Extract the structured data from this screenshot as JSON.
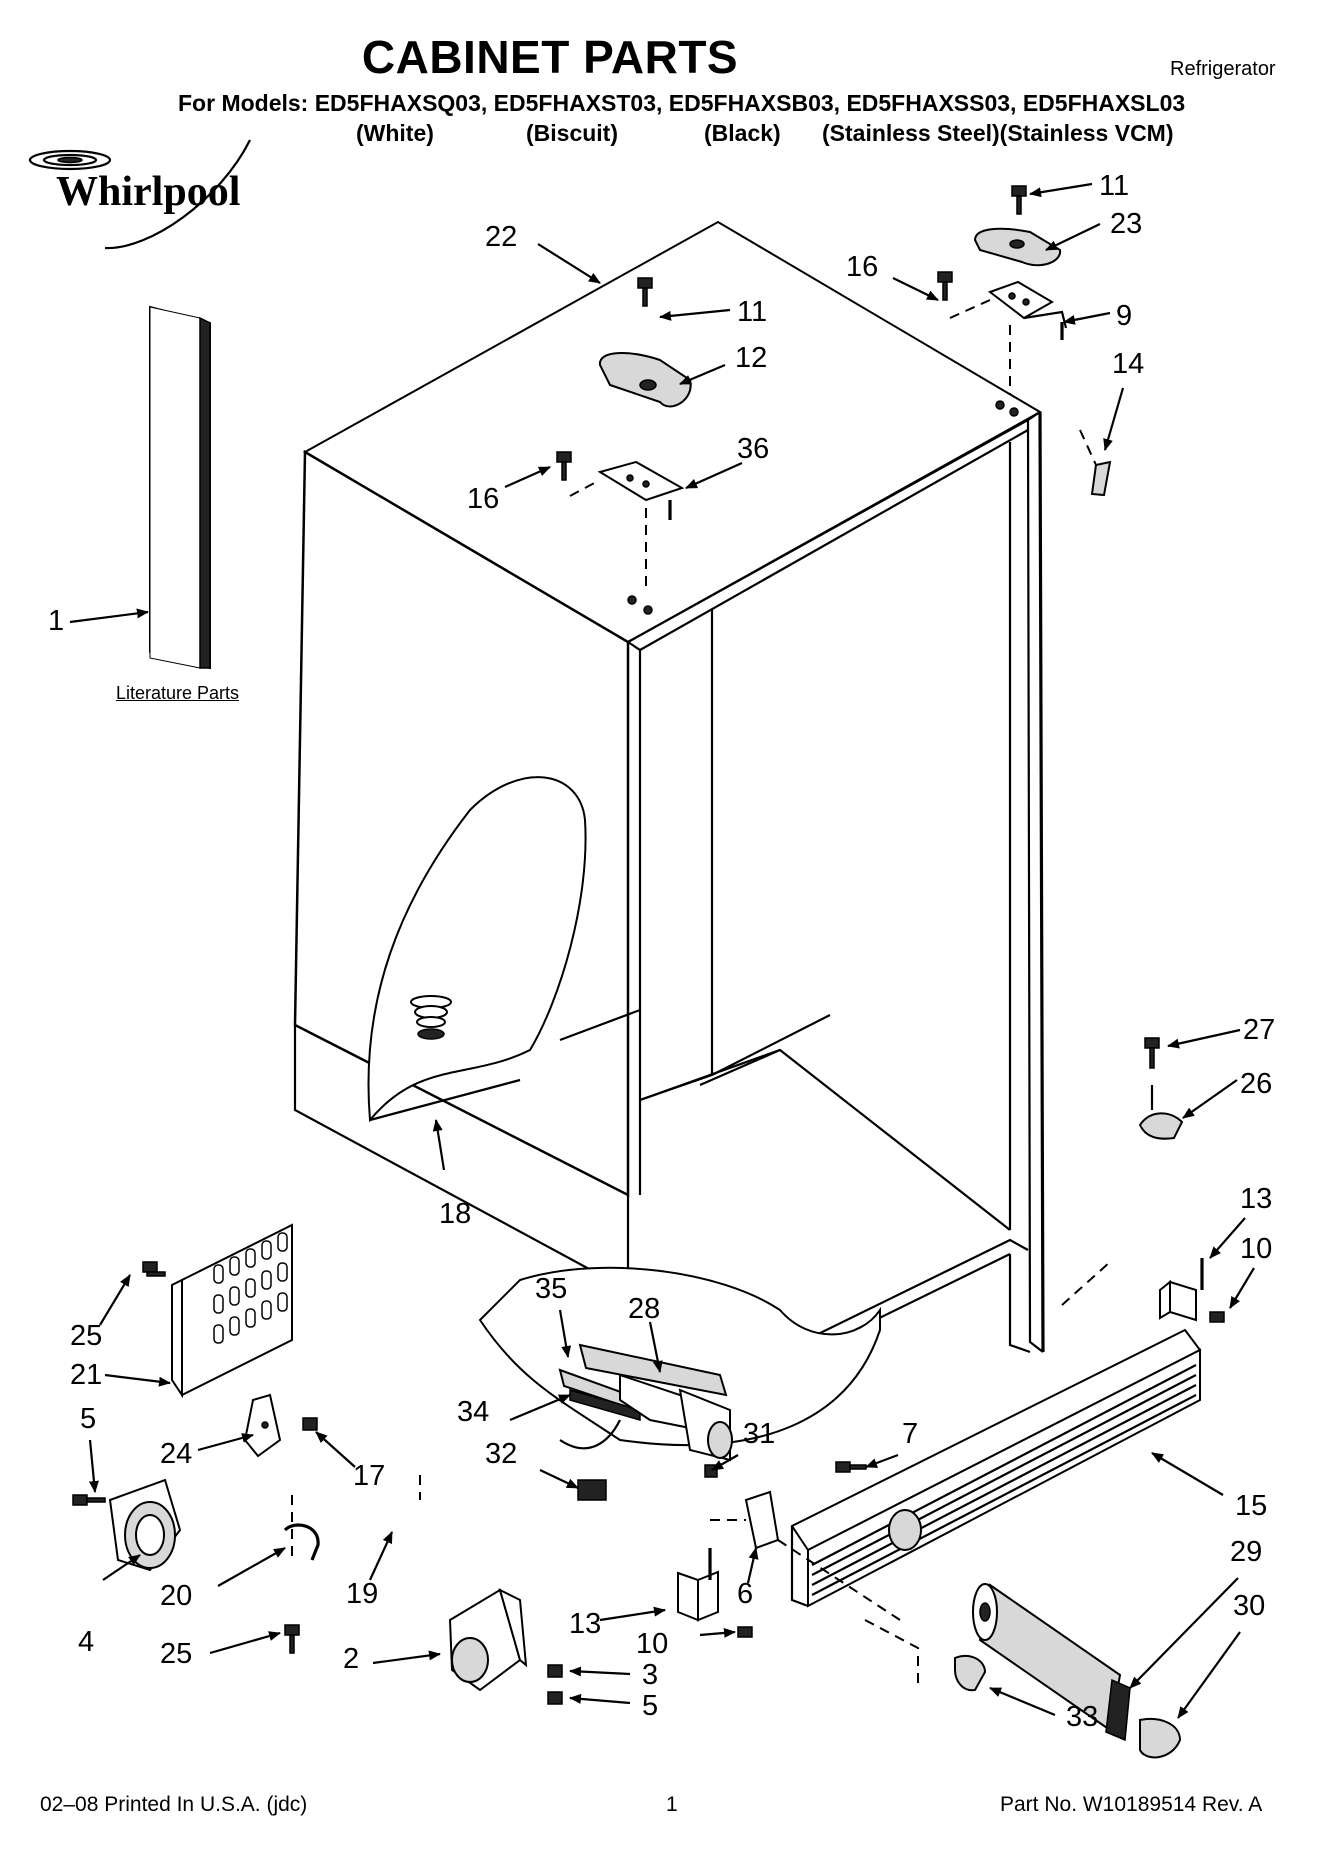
{
  "header": {
    "title": "CABINET PARTS",
    "doc_type": "Refrigerator",
    "models_line": "For Models: ED5FHAXSQ03, ED5FHAXST03, ED5FHAXSB03, ED5FHAXSS03, ED5FHAXSL03",
    "color_labels": [
      "(White)",
      "(Biscuit)",
      "(Black)",
      "(Stainless Steel)(Stainless VCM)"
    ]
  },
  "brand": {
    "logo_text": "Whirlpool"
  },
  "diagram": {
    "literature_label": "Literature Parts",
    "callouts": [
      "1",
      "2",
      "3",
      "4",
      "5",
      "5",
      "6",
      "7",
      "9",
      "10",
      "10",
      "11",
      "11",
      "12",
      "13",
      "13",
      "14",
      "15",
      "16",
      "16",
      "17",
      "18",
      "19",
      "20",
      "21",
      "22",
      "23",
      "24",
      "25",
      "25",
      "26",
      "27",
      "28",
      "29",
      "30",
      "31",
      "32",
      "33",
      "34",
      "35",
      "36"
    ]
  },
  "footer": {
    "printed": "02–08 Printed In U.S.A. (jdc)",
    "page": "1",
    "part_no": "Part No. W10189514 Rev. A"
  }
}
